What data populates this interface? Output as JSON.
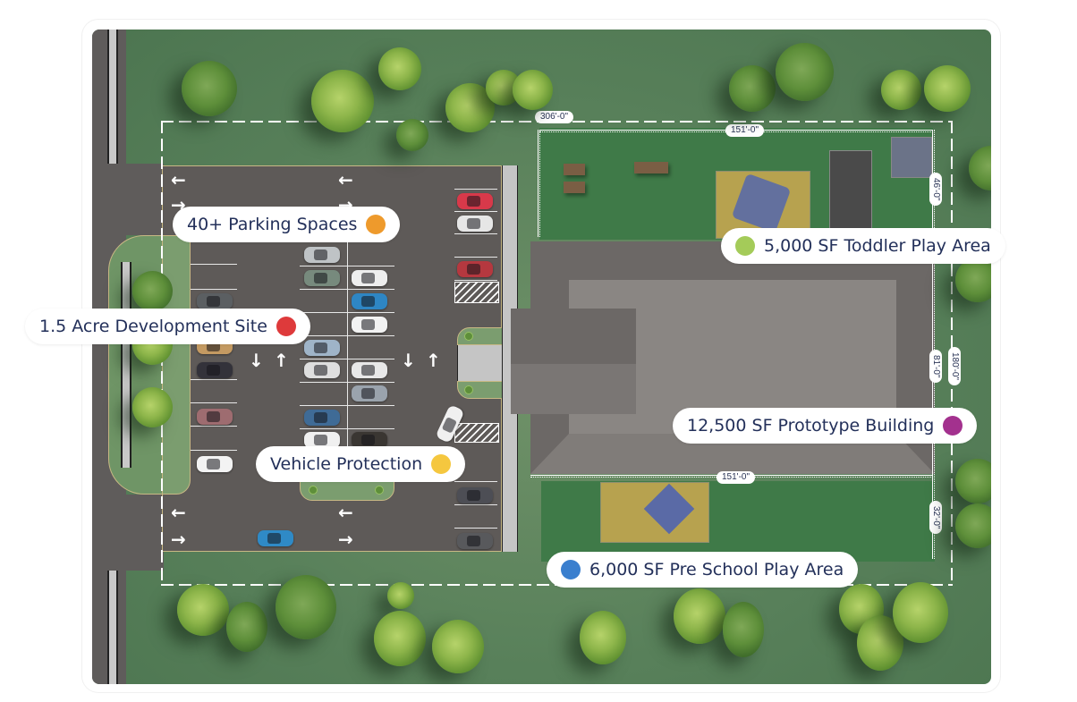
{
  "site_plan": {
    "callouts": [
      {
        "id": "parking",
        "label": "40+ Parking Spaces",
        "dot_color": "#ee9a2c",
        "dot_side": "right"
      },
      {
        "id": "toddler",
        "label": "5,000 SF Toddler Play Area",
        "dot_color": "#a4cb59",
        "dot_side": "left"
      },
      {
        "id": "site",
        "label": "1.5 Acre Development Site",
        "dot_color": "#de3a3b",
        "dot_side": "right"
      },
      {
        "id": "building",
        "label": "12,500 SF Prototype Building",
        "dot_color": "#a3318e",
        "dot_side": "right"
      },
      {
        "id": "vehicle",
        "label": "Vehicle Protection",
        "dot_color": "#f5c73f",
        "dot_side": "right"
      },
      {
        "id": "preschool",
        "label": "6,000 SF Pre School Play Area",
        "dot_color": "#3a7fce",
        "dot_side": "left"
      }
    ],
    "dimensions": {
      "site_width": "306'-0\"",
      "toddler_width": "151'-0\"",
      "toddler_depth": "46'-0\"",
      "building_depth": "81'-0\"",
      "site_depth": "180'-0\"",
      "building_width": "151'-0\"",
      "preschool_depth": "32'-0\""
    },
    "colors": {
      "label_text": "#23305a",
      "grass": "#58805a",
      "turf": "#3f7a48",
      "asphalt": "#5e5a58",
      "roof": "#7a7674"
    }
  }
}
